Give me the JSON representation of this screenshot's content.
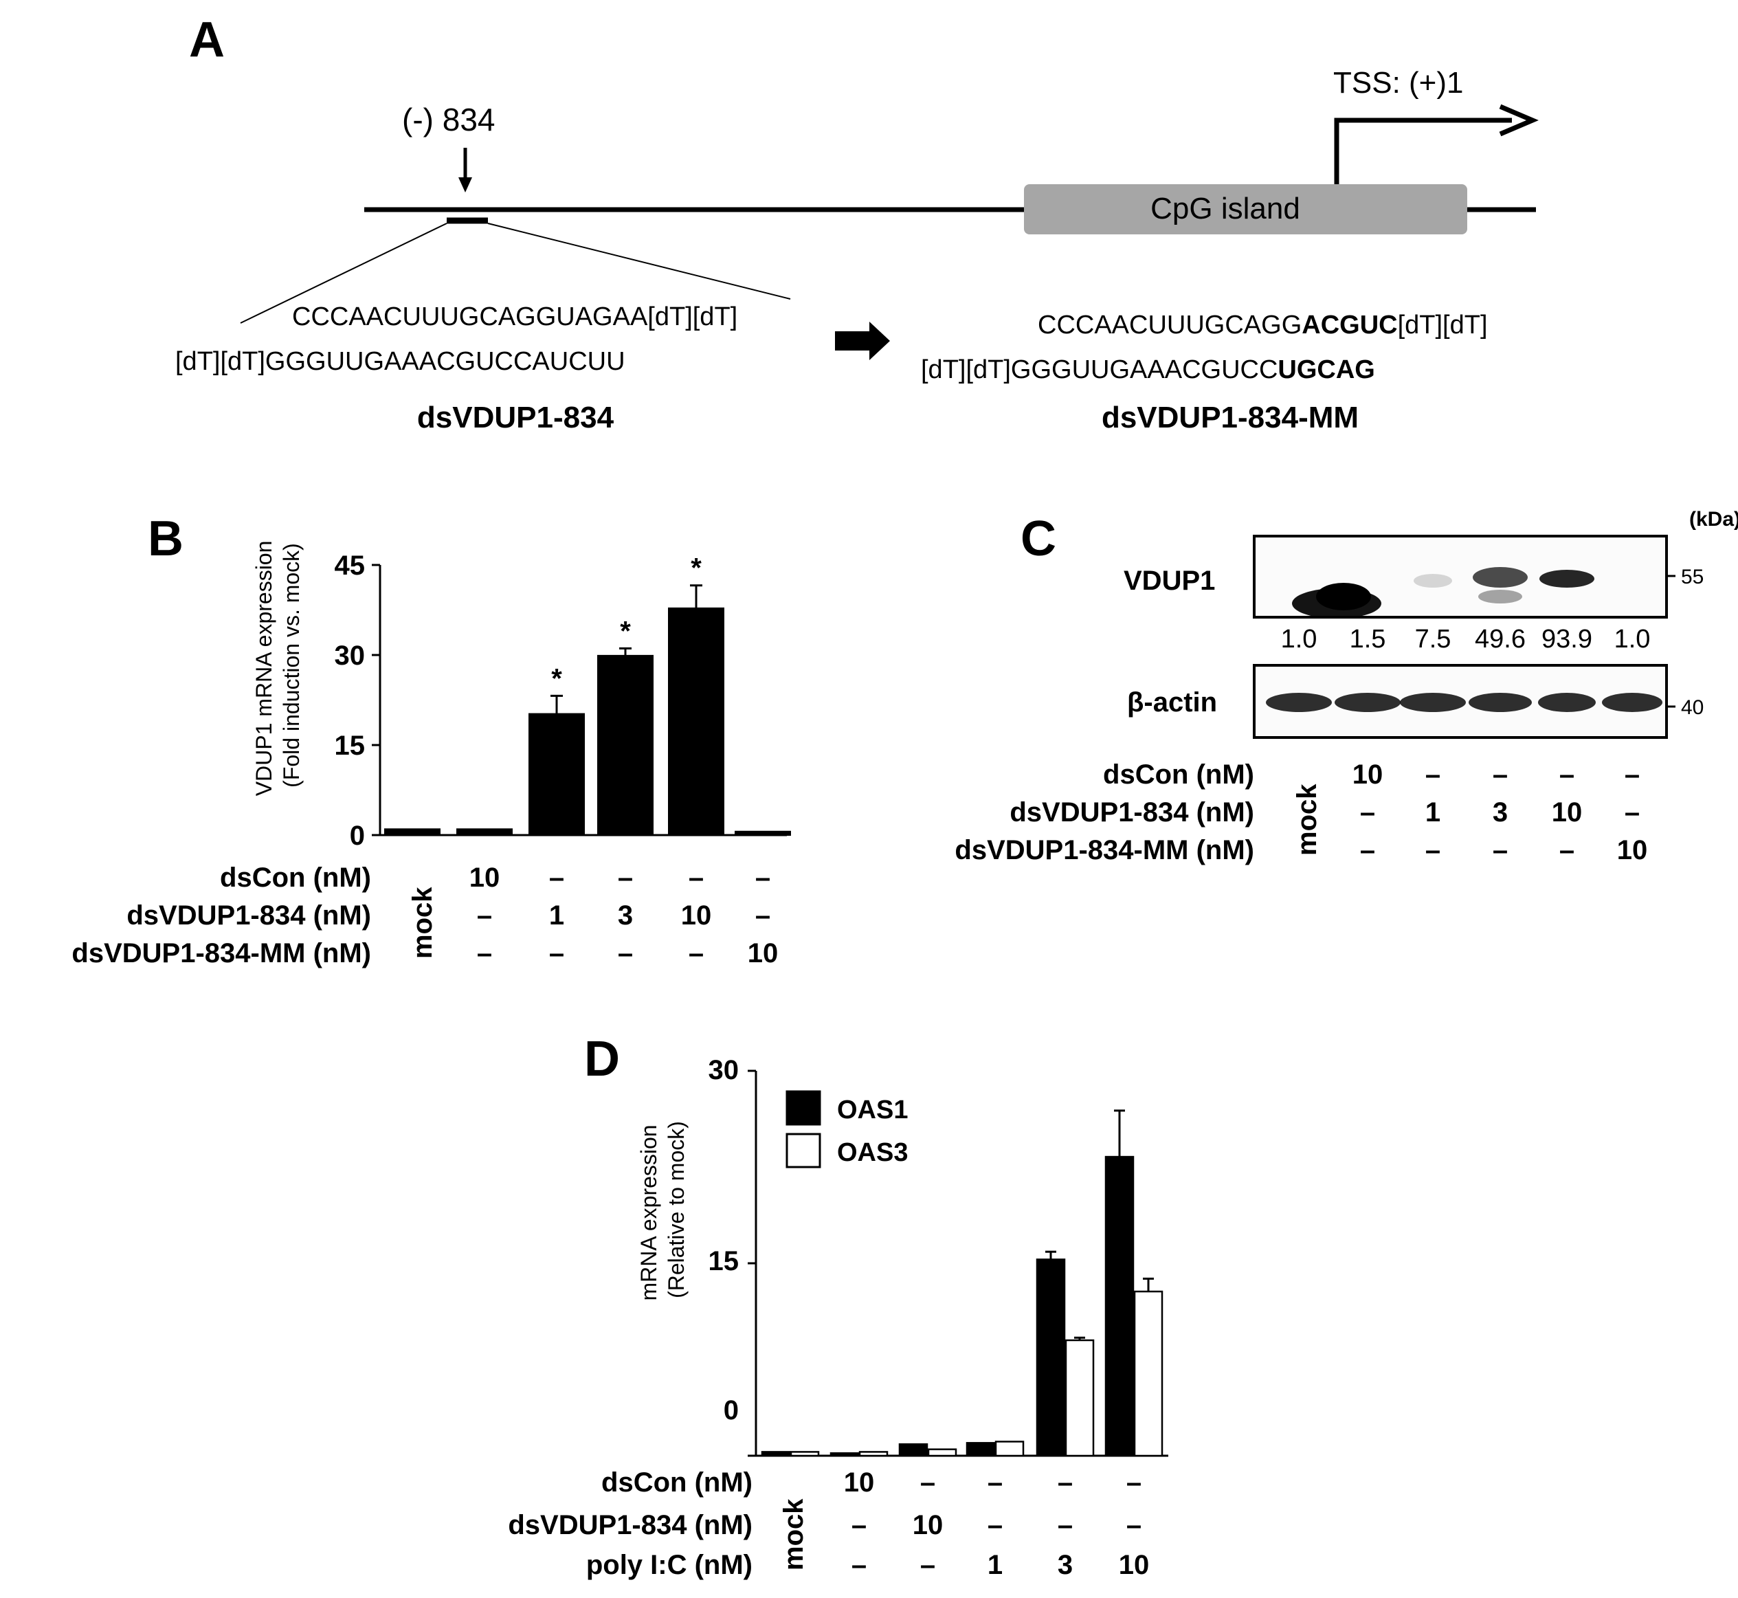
{
  "panel_a": {
    "letter": "A",
    "site_label": "(-) 834",
    "tss_label": "TSS: (+)1",
    "cpg_label": "CpG island",
    "seq_top": "CCCAACUUUGCAGGUAGAA[dT][dT]",
    "seq_bottom": "[dT][dT]GGGUUGAAACGUCCAUCUU",
    "name": "dsVDUP1-834",
    "mm_top_plain": "CCCAACUUUGCAGG",
    "mm_top_bold": "ACGUC",
    "mm_top_tail": "[dT][dT]",
    "mm_bottom_plain": "[dT][dT]GGGUUGAAACGUCC",
    "mm_bottom_bold": "UGCAG",
    "mm_name": "dsVDUP1-834-MM"
  },
  "panel_b": {
    "letter": "B",
    "ylabel_1": "VDUP1 mRNA expression",
    "ylabel_2": "(Fold induction vs. mock)",
    "row_labels": [
      "dsCon (nM)",
      "dsVDUP1-834 (nM)",
      "dsVDUP1-834-MM (nM)"
    ],
    "mock_label": "mock",
    "rows": [
      [
        "10",
        "–",
        "–",
        "–",
        "–"
      ],
      [
        "–",
        "1",
        "3",
        "10",
        "–"
      ],
      [
        "–",
        "–",
        "–",
        "–",
        "10"
      ]
    ]
  },
  "panel_c": {
    "letter": "C",
    "kda": "(kDa)",
    "vdup1_label": "VDUP1",
    "actin_label": "β-actin",
    "marker_55": "55",
    "marker_40": "40",
    "quant": [
      "1.0",
      "1.5",
      "7.5",
      "49.6",
      "93.9",
      "1.0"
    ],
    "row_labels": [
      "dsCon (nM)",
      "dsVDUP1-834 (nM)",
      "dsVDUP1-834-MM (nM)"
    ],
    "mock_label": "mock",
    "rows": [
      [
        "10",
        "–",
        "–",
        "–",
        "–"
      ],
      [
        "–",
        "1",
        "3",
        "10",
        "–"
      ],
      [
        "–",
        "–",
        "–",
        "–",
        "10"
      ]
    ]
  },
  "panel_d": {
    "letter": "D",
    "ylabel_1": "mRNA expression",
    "ylabel_2": "(Relative to mock)",
    "legend": [
      "OAS1",
      "OAS3"
    ],
    "row_labels": [
      "dsCon (nM)",
      "dsVDUP1-834 (nM)",
      "poly I:C (nM)"
    ],
    "mock_label": "mock",
    "rows": [
      [
        "10",
        "–",
        "–",
        "–",
        "–"
      ],
      [
        "–",
        "10",
        "–",
        "–",
        "–"
      ],
      [
        "–",
        "–",
        "1",
        "3",
        "10"
      ]
    ]
  },
  "chart_data": [
    {
      "type": "bar",
      "categories": [
        "mock",
        "dsCon 10",
        "dsVDUP1-834 1",
        "dsVDUP1-834 3",
        "dsVDUP1-834 10",
        "dsVDUP1-834-MM 10"
      ],
      "values": [
        1.0,
        1.0,
        20.2,
        29.9,
        37.8,
        0.6
      ],
      "errors": [
        0,
        0,
        3.0,
        1.2,
        3.8,
        0
      ],
      "significant": [
        false,
        false,
        true,
        true,
        true,
        false
      ],
      "ylim": [
        0,
        45
      ],
      "yticks": [
        0,
        15,
        30,
        45
      ],
      "color": "#000000"
    },
    {
      "type": "bar",
      "categories": [
        "mock",
        "dsCon 10",
        "dsVDUP1-834 10",
        "poly I:C 1",
        "poly I:C 3",
        "poly I:C 10"
      ],
      "series": [
        {
          "name": "OAS1",
          "values": [
            0.3,
            0.2,
            0.9,
            1.0,
            15.3,
            23.3
          ],
          "errors": [
            0,
            0,
            0,
            0,
            0.6,
            3.6
          ],
          "color": "#000000"
        },
        {
          "name": "OAS3",
          "values": [
            0.3,
            0.3,
            0.5,
            1.1,
            9.0,
            12.8
          ],
          "errors": [
            0,
            0,
            0,
            0,
            0.2,
            1.0
          ],
          "color": "#ffffff"
        }
      ],
      "ylim": [
        0,
        30
      ],
      "yticks": [
        0,
        15,
        30
      ]
    }
  ]
}
